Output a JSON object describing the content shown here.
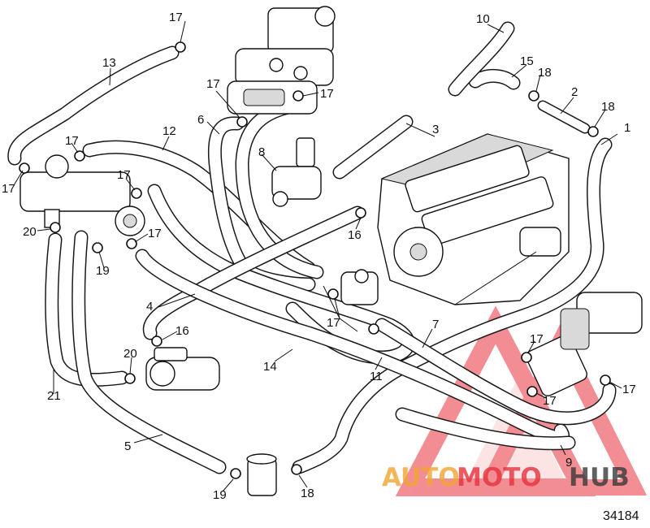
{
  "diagram": {
    "figure_number": "34184",
    "callouts": [
      {
        "id": "c1",
        "label": "1"
      },
      {
        "id": "c2",
        "label": "2"
      },
      {
        "id": "c3",
        "label": "3"
      },
      {
        "id": "c4",
        "label": "4"
      },
      {
        "id": "c5",
        "label": "5"
      },
      {
        "id": "c6",
        "label": "6"
      },
      {
        "id": "c7",
        "label": "7"
      },
      {
        "id": "c8",
        "label": "8"
      },
      {
        "id": "c9",
        "label": "9"
      },
      {
        "id": "c10",
        "label": "10"
      },
      {
        "id": "c11",
        "label": "11"
      },
      {
        "id": "c12",
        "label": "12"
      },
      {
        "id": "c13",
        "label": "13"
      },
      {
        "id": "c14",
        "label": "14"
      },
      {
        "id": "c15",
        "label": "15"
      },
      {
        "id": "c16a",
        "label": "16"
      },
      {
        "id": "c16b",
        "label": "16"
      },
      {
        "id": "c17a",
        "label": "17"
      },
      {
        "id": "c17b",
        "label": "17"
      },
      {
        "id": "c17c",
        "label": "17"
      },
      {
        "id": "c17d",
        "label": "17"
      },
      {
        "id": "c17e",
        "label": "17"
      },
      {
        "id": "c17f",
        "label": "17"
      },
      {
        "id": "c17g",
        "label": "17"
      },
      {
        "id": "c17h",
        "label": "17"
      },
      {
        "id": "c17i",
        "label": "17"
      },
      {
        "id": "c17j",
        "label": "17"
      },
      {
        "id": "c17k",
        "label": "17"
      },
      {
        "id": "c18a",
        "label": "18"
      },
      {
        "id": "c18b",
        "label": "18"
      },
      {
        "id": "c18c",
        "label": "18"
      },
      {
        "id": "c19a",
        "label": "19"
      },
      {
        "id": "c19b",
        "label": "19"
      },
      {
        "id": "c20a",
        "label": "20"
      },
      {
        "id": "c20b",
        "label": "20"
      },
      {
        "id": "c21",
        "label": "21"
      }
    ]
  },
  "watermark": {
    "brand_part1": "AUTO",
    "brand_part2": "MOTO",
    "brand_part3": "HUB",
    "color_primary": "#e8323c",
    "color_accent": "#f2a531",
    "color_dark": "#3a3a3a"
  }
}
